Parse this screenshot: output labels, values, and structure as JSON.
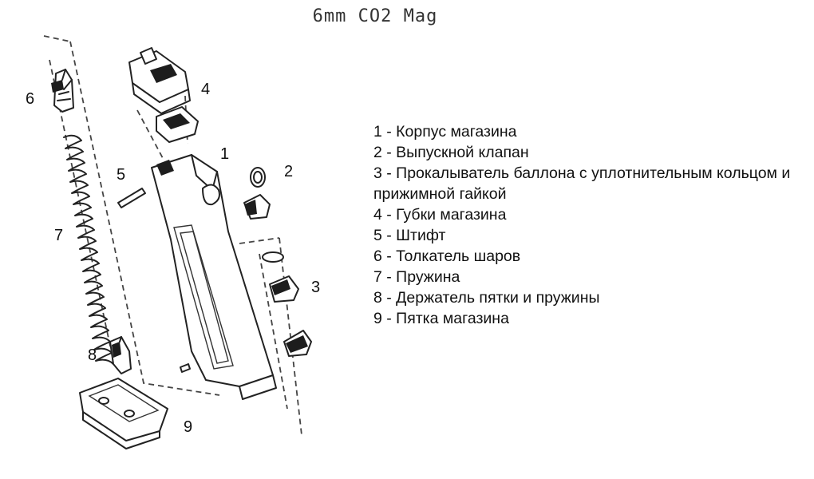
{
  "title": "6mm CO2 Mag",
  "callouts": {
    "c1": "1",
    "c2": "2",
    "c3": "3",
    "c4": "4",
    "c5": "5",
    "c6": "6",
    "c7": "7",
    "c8": "8",
    "c9": "9"
  },
  "legend": [
    "1 - Корпус магазина",
    "2 - Выпускной клапан",
    "3 - Прокалыватель баллона с уплотнительным кольцом и прижимной гайкой",
    "4 - Губки магазина",
    "5 - Штифт",
    "6 - Толкатель шаров",
    "7 - Пружина",
    "8 - Держатель пятки и пружины",
    "9 - Пятка магазина"
  ]
}
